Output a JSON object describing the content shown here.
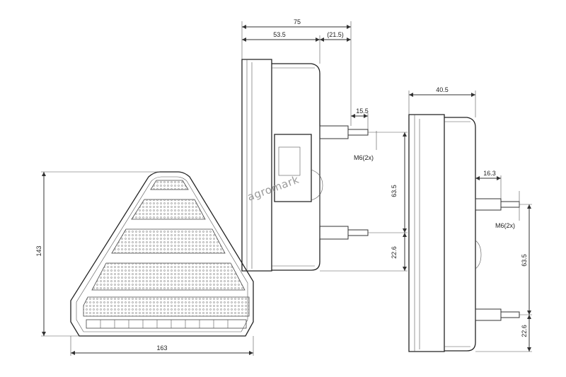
{
  "drawing": {
    "front": {
      "width": "163",
      "height": "143"
    },
    "side_left": {
      "total": "75",
      "body": "53.5",
      "bracket": "(21.5)",
      "stud_len": "15.5",
      "thread": "M6(2x)",
      "stud_spacing": "63.5",
      "stud_offset": "22.6"
    },
    "side_right": {
      "depth": "40.5",
      "stud_len": "16.3",
      "thread": "M6(2x)",
      "stud_spacing": "63.5",
      "stud_offset": "22.6"
    },
    "watermark": "agromark"
  }
}
